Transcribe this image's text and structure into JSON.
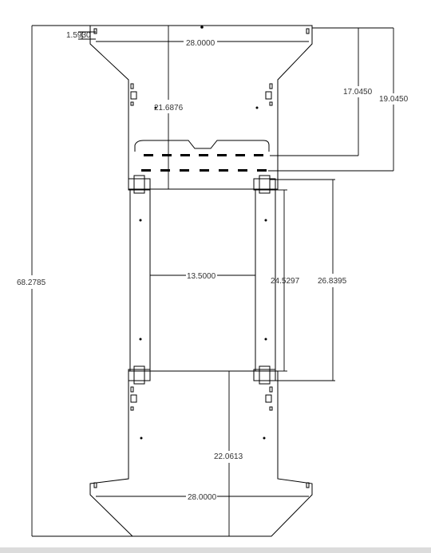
{
  "drawing": {
    "line_color": "#000000",
    "text_color": "#333333",
    "dimensions": {
      "top_width": "28.0000",
      "top_offset": "1.5930",
      "upper_frame_height": "17.0450",
      "upper_slot_height": "19.0450",
      "center_to_frame": "21.6876",
      "rail_spacing": "13.5000",
      "rail_inner_height": "24.5297",
      "rail_outer_height": "26.8395",
      "lower_frame_height": "22.0613",
      "bottom_width": "28.0000",
      "overall_height": "68.2785"
    }
  }
}
